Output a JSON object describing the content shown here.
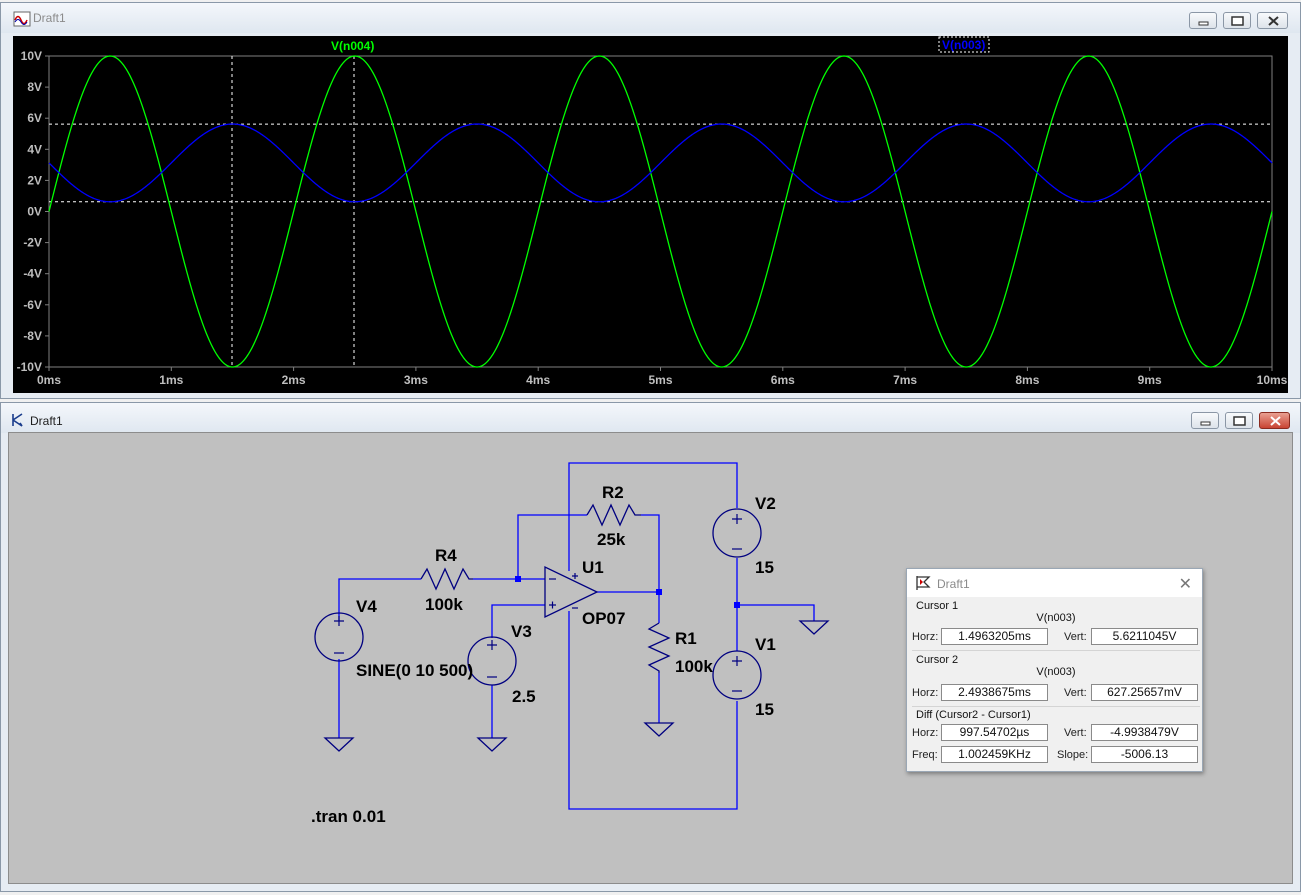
{
  "waveform_window": {
    "title": "Draft1",
    "trace_labels": [
      "V(n004)",
      "V(n003)"
    ],
    "colors": {
      "v_n004": "#00ff00",
      "v_n003": "#0000ff",
      "grid": "#7f7f7f",
      "axis_text": "#bfbfbf"
    }
  },
  "chart_data": {
    "type": "line",
    "x_unit": "ms",
    "xlim": [
      0,
      10
    ],
    "ylim": [
      -10,
      10
    ],
    "x_ticks": [
      "0ms",
      "1ms",
      "2ms",
      "3ms",
      "4ms",
      "5ms",
      "6ms",
      "7ms",
      "8ms",
      "9ms",
      "10ms"
    ],
    "y_ticks": [
      "10V",
      "8V",
      "6V",
      "4V",
      "2V",
      "0V",
      "-2V",
      "-4V",
      "-6V",
      "-8V",
      "-10V"
    ],
    "y_tick_values": [
      10,
      8,
      6,
      4,
      2,
      0,
      -2,
      -4,
      -6,
      -8,
      -10
    ],
    "series": [
      {
        "name": "V(n004)",
        "kind": "sine",
        "offset": 0,
        "amplitude": 10,
        "freq_khz": 0.5,
        "phase": 0,
        "color": "#00ff00"
      },
      {
        "name": "V(n003)",
        "kind": "sine",
        "offset": 3.125,
        "amplitude": 2.5,
        "freq_khz": 0.5,
        "phase": 180,
        "color": "#0000ff"
      }
    ],
    "cursors": [
      {
        "x_ms": 1.4963205,
        "y": 5.6211045
      },
      {
        "x_ms": 2.4938675,
        "y": 0.62725657
      }
    ],
    "grid": false
  },
  "schematic_window": {
    "title": "Draft1",
    "labels": {
      "r2_name": "R2",
      "r2_val": "25k",
      "r4_name": "R4",
      "r4_val": "100k",
      "r1_name": "R1",
      "r1_val": "100k",
      "u1_name": "U1",
      "u1_model": "OP07",
      "v2_name": "V2",
      "v2_val": "15",
      "v1_name": "V1",
      "v1_val": "15",
      "v3_name": "V3",
      "v3_val": "2.5",
      "v4_name": "V4",
      "v4_val": "SINE(0 10 500)",
      "directive": ".tran 0.01"
    },
    "colors": {
      "wire": "#0000ff",
      "component": "#000080",
      "node": "#0000ff",
      "text": "#000000"
    }
  },
  "cursor_dialog": {
    "title": "Draft1",
    "cursor1": {
      "label": "Cursor 1",
      "signal": "V(n003)",
      "horz_label": "Horz:",
      "horz": "1.4963205ms",
      "vert_label": "Vert:",
      "vert": "5.6211045V"
    },
    "cursor2": {
      "label": "Cursor 2",
      "signal": "V(n003)",
      "horz_label": "Horz:",
      "horz": "2.4938675ms",
      "vert_label": "Vert:",
      "vert": "627.25657mV"
    },
    "diff": {
      "label": "Diff (Cursor2 - Cursor1)",
      "horz_label": "Horz:",
      "horz": "997.54702µs",
      "vert_label": "Vert:",
      "vert": "-4.9938479V",
      "freq_label": "Freq:",
      "freq": "1.002459KHz",
      "slope_label": "Slope:",
      "slope": "-5006.13"
    }
  }
}
